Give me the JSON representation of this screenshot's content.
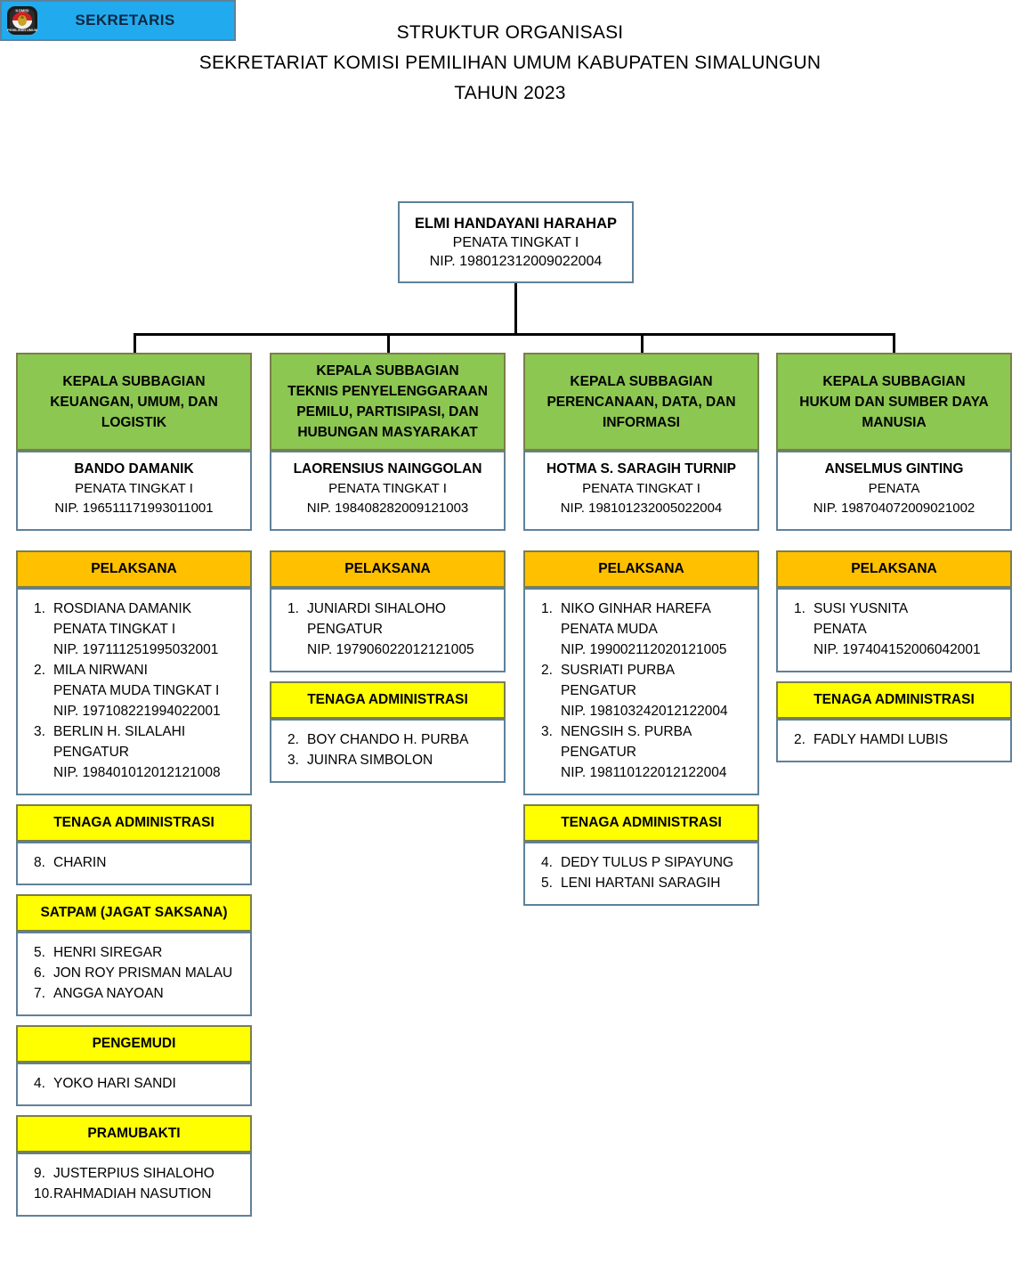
{
  "title": {
    "line1": "STRUKTUR ORGANISASI",
    "line2": "SEKRETARIAT KOMISI PEMILIHAN UMUM KABUPATEN SIMALUNGUN",
    "line3": "TAHUN 2023"
  },
  "colors": {
    "header_blue": "#21ABEE",
    "header_green": "#8CC751",
    "pelaksana_orange": "#FFC000",
    "section_yellow": "#FFFF00",
    "box_border": "#5F8199",
    "header_border": "#7A7F4A"
  },
  "sekretaris": {
    "logo_name": "kpu-logo",
    "title": "SEKRETARIS",
    "name": "ELMI HANDAYANI HARAHAP",
    "rank": "PENATA TINGKAT I",
    "nip": "NIP. 198012312009022004"
  },
  "columns": [
    {
      "header_lines": [
        "KEPALA SUBBAGIAN",
        "KEUANGAN, UMUM, DAN",
        "LOGISTIK"
      ],
      "chief": {
        "name": "BANDO DAMANIK",
        "rank": "PENATA TINGKAT I",
        "nip": "NIP. 196511171993011001"
      },
      "sections": [
        {
          "label": "PELAKSANA",
          "style": "orange",
          "entries": [
            {
              "num": "1.",
              "lines": [
                "ROSDIANA DAMANIK",
                "PENATA TINGKAT I",
                "NIP. 197111251995032001"
              ]
            },
            {
              "num": "2.",
              "lines": [
                "MILA NIRWANI",
                "PENATA MUDA TINGKAT I",
                "NIP. 197108221994022001"
              ]
            },
            {
              "num": "3.",
              "lines": [
                "BERLIN H. SILALAHI",
                "PENGATUR",
                "NIP.  198401012012121008"
              ]
            }
          ]
        },
        {
          "label": "TENAGA ADMINISTRASI",
          "style": "yellow",
          "entries": [
            {
              "num": "8.",
              "lines": [
                "CHARIN"
              ]
            }
          ]
        },
        {
          "label": "SATPAM (JAGAT SAKSANA)",
          "style": "yellow",
          "entries": [
            {
              "num": "5.",
              "lines": [
                "HENRI SIREGAR"
              ]
            },
            {
              "num": "6.",
              "lines": [
                "JON ROY PRISMAN MALAU"
              ]
            },
            {
              "num": "7.",
              "lines": [
                "ANGGA NAYOAN"
              ]
            }
          ]
        },
        {
          "label": "PENGEMUDI",
          "style": "yellow",
          "entries": [
            {
              "num": "4.",
              "lines": [
                "YOKO HARI SANDI"
              ]
            }
          ]
        },
        {
          "label": "PRAMUBAKTI",
          "style": "yellow",
          "entries": [
            {
              "num": "9.",
              "lines": [
                "JUSTERPIUS SIHALOHO"
              ]
            },
            {
              "num": "10.",
              "lines": [
                "RAHMADIAH NASUTION"
              ]
            }
          ]
        }
      ]
    },
    {
      "header_lines": [
        "KEPALA SUBBAGIAN",
        "TEKNIS PENYELENGGARAAN",
        "PEMILU, PARTISIPASI, DAN",
        "HUBUNGAN MASYARAKAT"
      ],
      "chief": {
        "name": "LAORENSIUS NAINGGOLAN",
        "rank": "PENATA TINGKAT I",
        "nip": "NIP. 198408282009121003"
      },
      "sections": [
        {
          "label": "PELAKSANA",
          "style": "orange",
          "entries": [
            {
              "num": "1.",
              "lines": [
                "JUNIARDI SIHALOHO",
                "PENGATUR",
                "NIP. 197906022012121005"
              ]
            }
          ]
        },
        {
          "label": "TENAGA ADMINISTRASI",
          "style": "yellow",
          "entries": [
            {
              "num": "2.",
              "lines": [
                "BOY CHANDO H. PURBA"
              ]
            },
            {
              "num": "3.",
              "lines": [
                "JUINRA SIMBOLON"
              ]
            }
          ]
        }
      ]
    },
    {
      "header_lines": [
        "KEPALA SUBBAGIAN",
        "PERENCANAAN, DATA, DAN",
        "INFORMASI"
      ],
      "chief": {
        "name": "HOTMA S. SARAGIH TURNIP",
        "rank": "PENATA TINGKAT I",
        "nip": "NIP. 198101232005022004"
      },
      "sections": [
        {
          "label": "PELAKSANA",
          "style": "orange",
          "entries": [
            {
              "num": "1.",
              "lines": [
                "NIKO GINHAR HAREFA",
                "PENATA MUDA",
                "NIP. 199002112020121005"
              ]
            },
            {
              "num": "2.",
              "lines": [
                "SUSRIATI PURBA",
                "PENGATUR",
                "NIP. 198103242012122004"
              ]
            },
            {
              "num": "3.",
              "lines": [
                "NENGSIH S. PURBA",
                "PENGATUR",
                "NIP. 198110122012122004"
              ]
            }
          ]
        },
        {
          "label": "TENAGA ADMINISTRASI",
          "style": "yellow",
          "entries": [
            {
              "num": "4.",
              "lines": [
                "DEDY TULUS P SIPAYUNG"
              ]
            },
            {
              "num": "5.",
              "lines": [
                "LENI HARTANI SARAGIH"
              ]
            }
          ]
        }
      ]
    },
    {
      "header_lines": [
        "KEPALA SUBBAGIAN",
        "HUKUM DAN SUMBER DAYA",
        "MANUSIA"
      ],
      "chief": {
        "name": "ANSELMUS GINTING",
        "rank": "PENATA",
        "nip": "NIP. 198704072009021002"
      },
      "sections": [
        {
          "label": "PELAKSANA",
          "style": "orange",
          "entries": [
            {
              "num": "1.",
              "lines": [
                "SUSI YUSNITA",
                "PENATA",
                "NIP. 197404152006042001"
              ]
            }
          ]
        },
        {
          "label": "TENAGA ADMINISTRASI",
          "style": "yellow",
          "entries": [
            {
              "num": "2.",
              "lines": [
                "FADLY HAMDI LUBIS"
              ]
            }
          ]
        }
      ]
    }
  ]
}
